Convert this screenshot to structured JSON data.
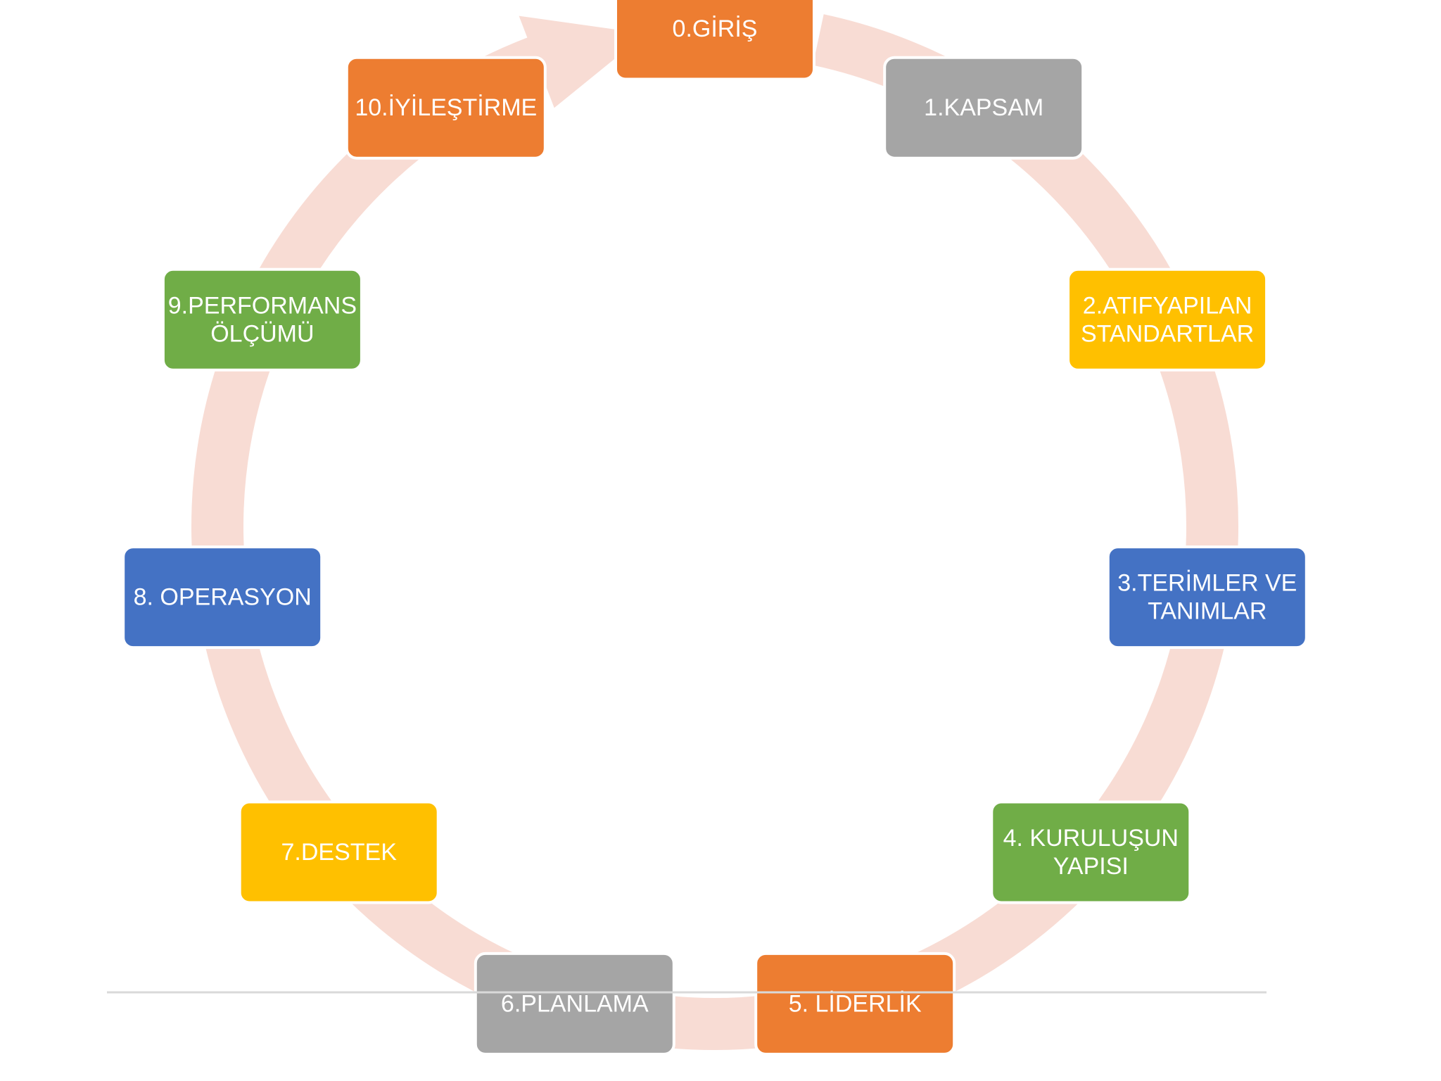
{
  "diagram": {
    "type": "cycle",
    "ring_color": "#f8dcd4",
    "steps": [
      {
        "label": [
          "0.GİRİŞ"
        ],
        "color": "#ed7d31"
      },
      {
        "label": [
          "1.KAPSAM"
        ],
        "color": "#a5a5a5"
      },
      {
        "label": [
          "2.ATIFYAPILAN",
          "STANDARTLAR"
        ],
        "color": "#ffc000"
      },
      {
        "label": [
          "3.TERİMLER VE",
          "TANIMLAR"
        ],
        "color": "#4472c4"
      },
      {
        "label": [
          "4. KURULUŞUN",
          "YAPISI"
        ],
        "color": "#70ad47"
      },
      {
        "label": [
          "5. LİDERLİK"
        ],
        "color": "#ed7d31"
      },
      {
        "label": [
          "6.PLANLAMA"
        ],
        "color": "#a5a5a5"
      },
      {
        "label": [
          "7.DESTEK"
        ],
        "color": "#ffc000"
      },
      {
        "label": [
          "8. OPERASYON"
        ],
        "color": "#4472c4"
      },
      {
        "label": [
          "9.PERFORMANS",
          "ÖLÇÜMÜ"
        ],
        "color": "#70ad47"
      },
      {
        "label": [
          "10.İYİLEŞTİRME"
        ],
        "color": "#ed7d31"
      }
    ]
  }
}
